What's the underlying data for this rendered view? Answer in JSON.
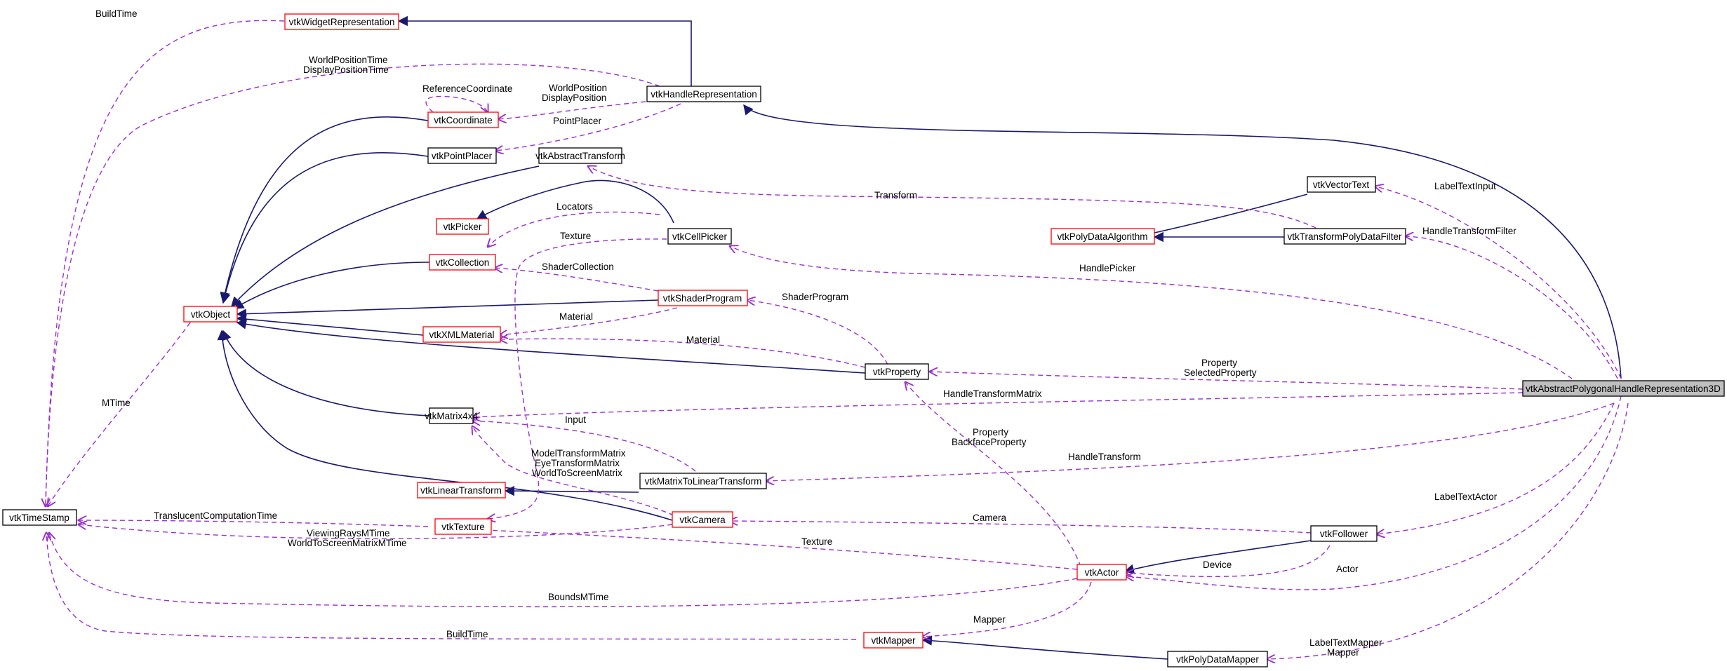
{
  "colors": {
    "inherit_edge": "#191970",
    "usage_edge": "#9a32cd",
    "border_documented": "#000000",
    "border_undocumented": "#ff0000",
    "focus_fill": "#bfbfbf",
    "node_fill": "#ffffff"
  },
  "nodes": {
    "vtkWidgetRepresentation": "vtkWidgetRepresentation",
    "vtkHandleRepresentation": "vtkHandleRepresentation",
    "vtkCoordinate": "vtkCoordinate",
    "vtkPointPlacer": "vtkPointPlacer",
    "vtkAbstractTransform": "vtkAbstractTransform",
    "vtkPicker": "vtkPicker",
    "vtkCellPicker": "vtkCellPicker",
    "vtkCollection": "vtkCollection",
    "vtkObject": "vtkObject",
    "vtkShaderProgram": "vtkShaderProgram",
    "vtkXMLMaterial": "vtkXMLMaterial",
    "vtkProperty": "vtkProperty",
    "vtkMatrix4x4": "vtkMatrix4x4",
    "vtkLinearTransform": "vtkLinearTransform",
    "vtkMatrixToLinearTransform": "vtkMatrixToLinearTransform",
    "vtkTimeStamp": "vtkTimeStamp",
    "vtkTexture": "vtkTexture",
    "vtkCamera": "vtkCamera",
    "vtkActor": "vtkActor",
    "vtkMapper": "vtkMapper",
    "vtkPolyDataMapper": "vtkPolyDataMapper",
    "vtkFollower": "vtkFollower",
    "vtkVectorText": "vtkVectorText",
    "vtkPolyDataAlgorithm": "vtkPolyDataAlgorithm",
    "vtkTransformPolyDataFilter": "vtkTransformPolyDataFilter",
    "vtkAbstractPolygonalHandleRepresentation3D": "vtkAbstractPolygonalHandleRepresentation3D"
  },
  "labels": {
    "buildtime_top": "BuildTime",
    "worldpos_time": "WorldPositionTime",
    "displaypos_time": "DisplayPositionTime",
    "reference_coordinate": "ReferenceCoordinate",
    "world_position": "WorldPosition",
    "display_position": "DisplayPosition",
    "point_placer": "PointPlacer",
    "transform": "Transform",
    "locators": "Locators",
    "texture": "Texture",
    "shader_collection": "ShaderCollection",
    "shader_program": "ShaderProgram",
    "material_1": "Material",
    "material_2": "Material",
    "property": "Property",
    "selected_property": "SelectedProperty",
    "handle_transform_matrix": "HandleTransformMatrix",
    "mtime": "MTime",
    "input": "Input",
    "model_transform_matrix": "ModelTransformMatrix",
    "eye_transform_matrix": "EyeTransformMatrix",
    "world_to_screen_matrix": "WorldToScreenMatrix",
    "property_2": "Property",
    "backface_property": "BackfaceProperty",
    "handle_transform": "HandleTransform",
    "translucent_computation_time": "TranslucentComputationTime",
    "camera": "Camera",
    "viewing_rays_mtime": "ViewingRaysMTime",
    "world_to_screen_matrix_mtime": "WorldToScreenMatrixMTime",
    "texture_2": "Texture",
    "device": "Device",
    "actor": "Actor",
    "bounds_mtime": "BoundsMTime",
    "mapper": "Mapper",
    "build_time": "BuildTime",
    "label_text_input": "LabelTextInput",
    "handle_transform_filter": "HandleTransformFilter",
    "handle_picker": "HandlePicker",
    "label_text_actor": "LabelTextActor",
    "label_text_mapper": "LabelTextMapper",
    "mapper_2": "Mapper"
  }
}
